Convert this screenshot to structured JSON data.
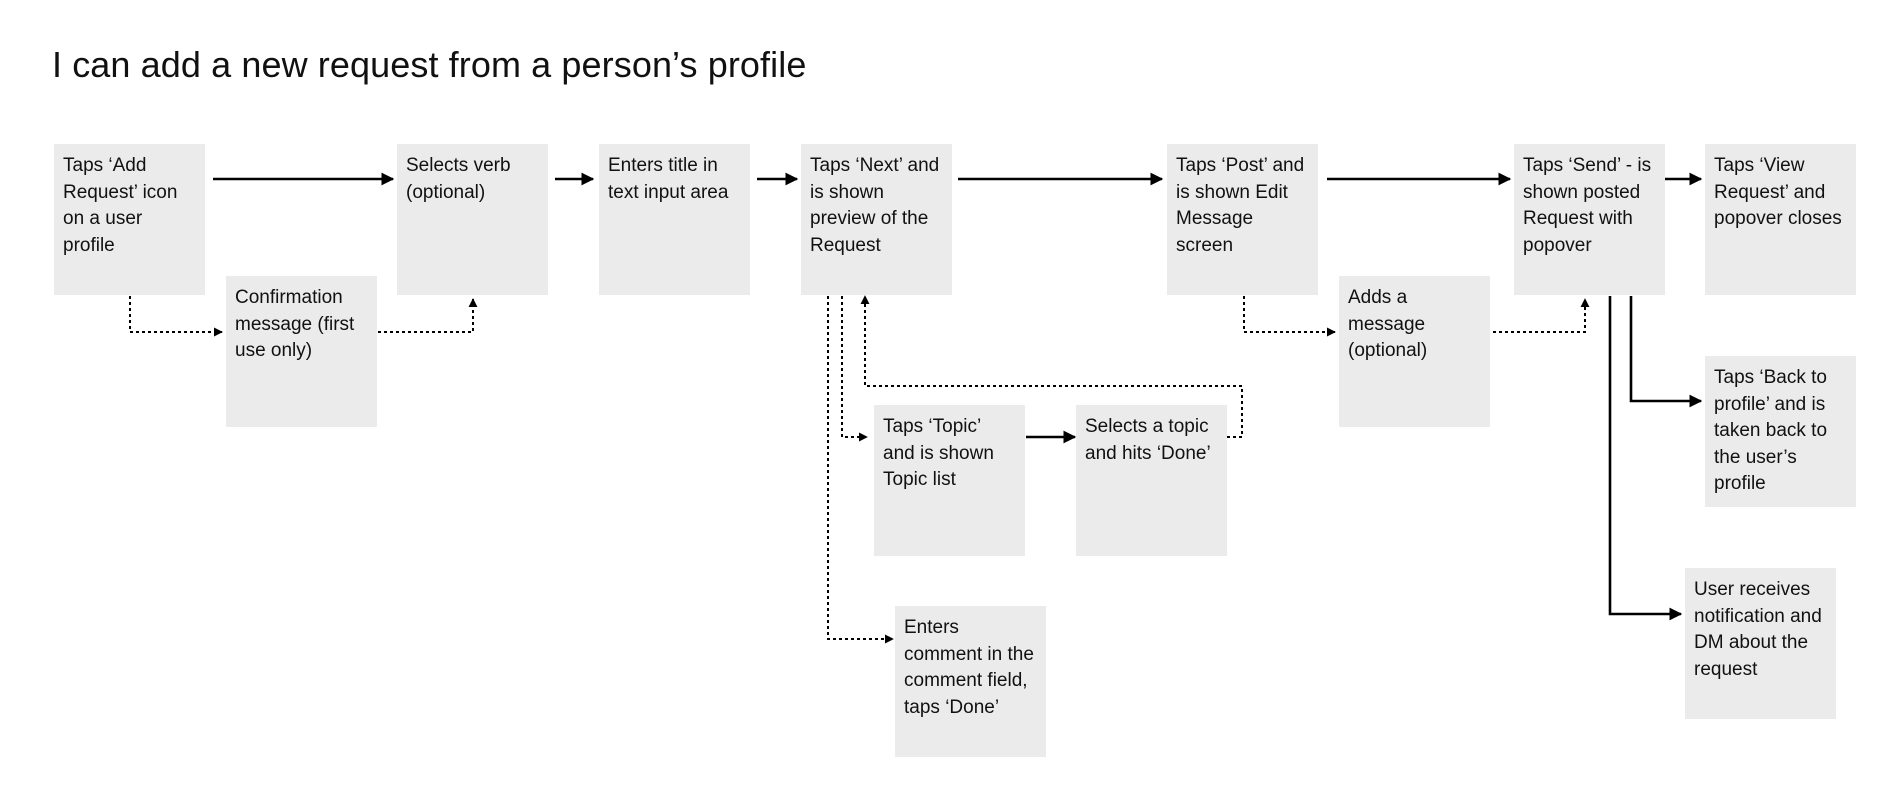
{
  "title": "I can add a new request from a person’s profile",
  "nodes": {
    "n1": "Taps ‘Add Request’ icon on a user profile",
    "n2": "Confirmation message (first use only)",
    "n3": "Selects verb (optional)",
    "n4": "Enters title in text input area",
    "n5": "Taps ‘Next’ and is shown preview of the Request",
    "n6": "Taps ‘Topic’ and is shown Topic list",
    "n7": "Selects a topic and hits ‘Done’",
    "n8": "Enters comment in the comment field, taps ‘Done’",
    "n9": "Taps ‘Post’ and is shown Edit Message screen",
    "n10": "Adds a message (optional)",
    "n11": "Taps ‘Send’ - is shown posted Request with popover",
    "n12": "Taps ‘View Request’ and popover closes",
    "n13": "Taps ‘Back to profile’ and is taken back to the user’s profile",
    "n14": "User receives notification and DM about the request"
  },
  "edges": [
    {
      "from": "n1",
      "to": "n3",
      "style": "solid"
    },
    {
      "from": "n1",
      "to": "n2",
      "style": "dotted"
    },
    {
      "from": "n2",
      "to": "n3",
      "style": "dotted"
    },
    {
      "from": "n3",
      "to": "n4",
      "style": "solid"
    },
    {
      "from": "n4",
      "to": "n5",
      "style": "solid"
    },
    {
      "from": "n5",
      "to": "n9",
      "style": "solid"
    },
    {
      "from": "n5",
      "to": "n6",
      "style": "dotted"
    },
    {
      "from": "n6",
      "to": "n7",
      "style": "solid"
    },
    {
      "from": "n7",
      "to": "n5",
      "style": "dotted"
    },
    {
      "from": "n5",
      "to": "n8",
      "style": "dotted"
    },
    {
      "from": "n9",
      "to": "n11",
      "style": "solid"
    },
    {
      "from": "n9",
      "to": "n10",
      "style": "dotted"
    },
    {
      "from": "n10",
      "to": "n11",
      "style": "dotted"
    },
    {
      "from": "n11",
      "to": "n12",
      "style": "solid"
    },
    {
      "from": "n11",
      "to": "n13",
      "style": "solid"
    },
    {
      "from": "n11",
      "to": "n14",
      "style": "solid"
    }
  ]
}
